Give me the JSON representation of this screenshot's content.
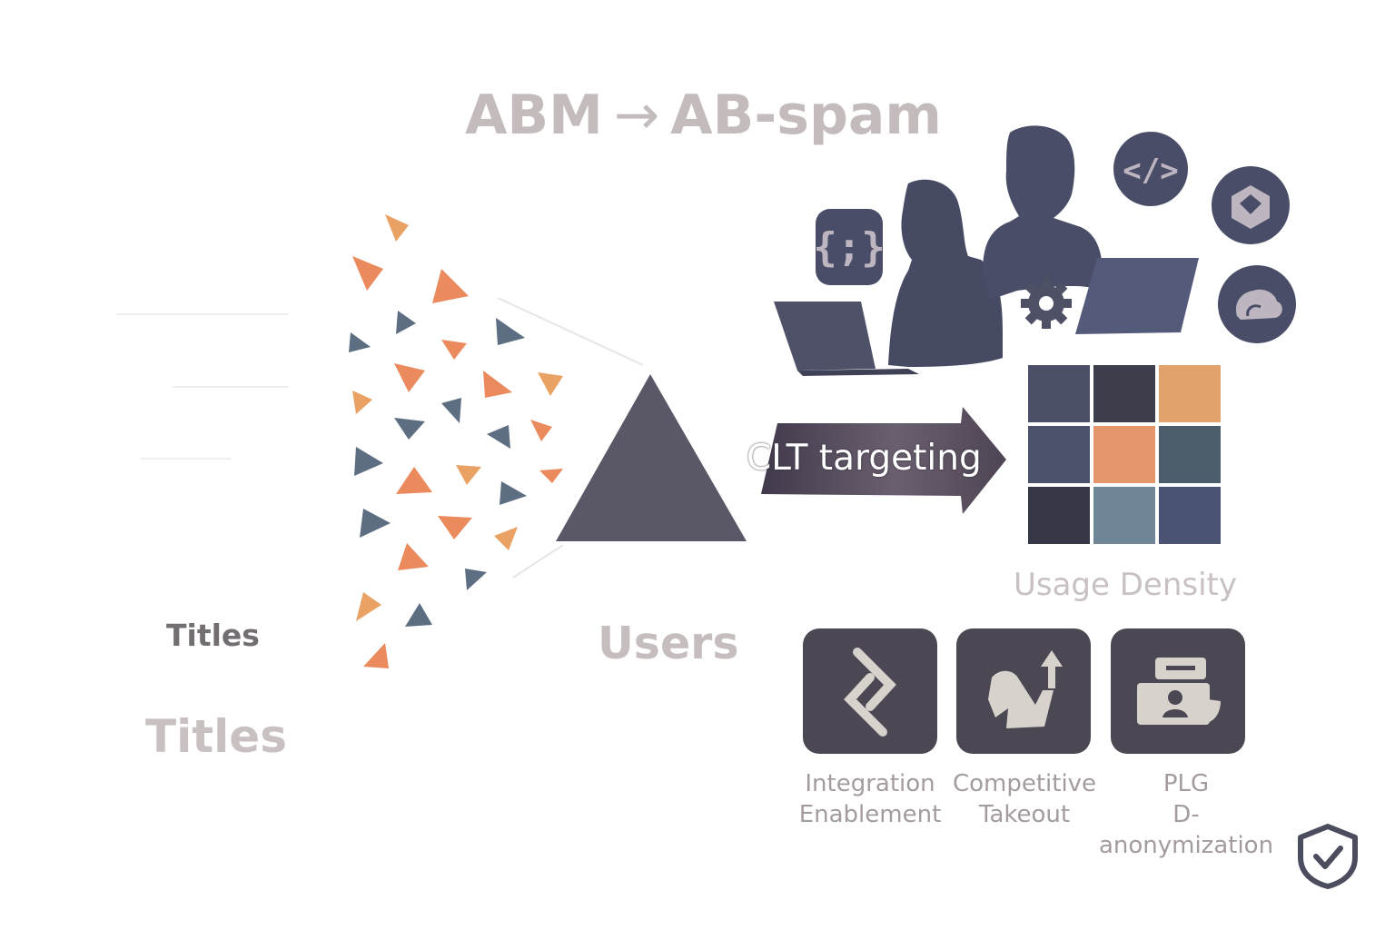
{
  "title": {
    "left": "ABM",
    "arrow": "→",
    "right": "AB-spam"
  },
  "labels": {
    "titles_small": "Titles",
    "titles_large": "Titles",
    "users": "Users",
    "arrow_label": "CLT targeting",
    "grid_label": "Usage Density"
  },
  "use_cases": [
    {
      "line1": "Integration",
      "line2": "Enablement",
      "icon": "link-icon"
    },
    {
      "line1": "Competitive",
      "line2": "Takeout",
      "icon": "takeout-arrow-icon"
    },
    {
      "line1": "PLG",
      "line2": "D-anonymization",
      "icon": "id-badge-icon"
    }
  ],
  "tech_icons": [
    "code-braces-icon",
    "code-tag-icon",
    "cube-icon",
    "cloud-icon",
    "gear-icon"
  ],
  "grid_colors": [
    [
      "#4b5068",
      "#3d3e4b",
      "#e2a26b"
    ],
    [
      "#4c526c",
      "#e4976a",
      "#4b5d6a"
    ],
    [
      "#363747",
      "#6f8696",
      "#4b5374"
    ]
  ],
  "colors": {
    "orange": "#e98e62",
    "slate": "#5a6b80",
    "dark": "#535260",
    "people": "#4a4d67"
  }
}
